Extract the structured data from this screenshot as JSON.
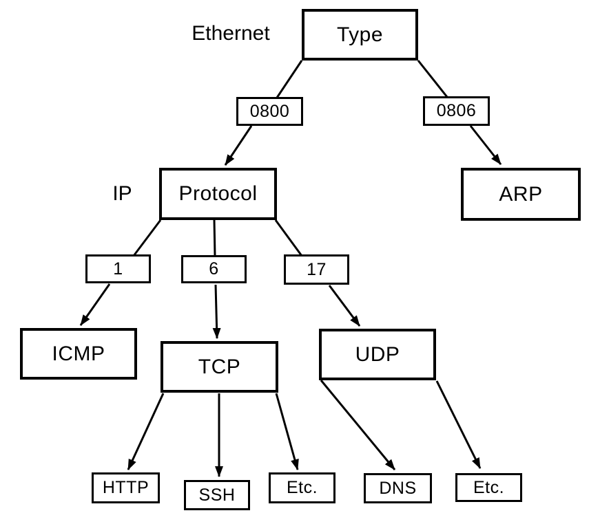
{
  "diagram": {
    "colors": {
      "background": "#ffffff",
      "line": "#000000",
      "box_fill": "#ffffff",
      "text": "#000000"
    },
    "labels": {
      "ethernet": "Ethernet",
      "ip": "IP"
    },
    "nodes": {
      "type": "Type",
      "code0800": "0800",
      "code0806": "0806",
      "protocol": "Protocol",
      "arp": "ARP",
      "num1": "1",
      "num6": "6",
      "num17": "17",
      "icmp": "ICMP",
      "tcp": "TCP",
      "udp": "UDP",
      "http": "HTTP",
      "ssh": "SSH",
      "etc_tcp": "Etc.",
      "dns": "DNS",
      "etc_udp": "Etc."
    },
    "edges": [
      {
        "from": "Type",
        "to": "0800",
        "arrow": false
      },
      {
        "from": "Type",
        "to": "0806",
        "arrow": false
      },
      {
        "from": "0800",
        "to": "Protocol",
        "arrow": true
      },
      {
        "from": "0806",
        "to": "ARP",
        "arrow": true
      },
      {
        "from": "Protocol",
        "to": "1",
        "arrow": false
      },
      {
        "from": "Protocol",
        "to": "6",
        "arrow": false
      },
      {
        "from": "Protocol",
        "to": "17",
        "arrow": false
      },
      {
        "from": "1",
        "to": "ICMP",
        "arrow": true
      },
      {
        "from": "6",
        "to": "TCP",
        "arrow": true
      },
      {
        "from": "17",
        "to": "UDP",
        "arrow": true
      },
      {
        "from": "TCP",
        "to": "HTTP",
        "arrow": true
      },
      {
        "from": "TCP",
        "to": "SSH",
        "arrow": true
      },
      {
        "from": "TCP",
        "to": "Etc.",
        "arrow": true
      },
      {
        "from": "UDP",
        "to": "DNS",
        "arrow": true
      },
      {
        "from": "UDP",
        "to": "Etc.",
        "arrow": true
      }
    ]
  }
}
